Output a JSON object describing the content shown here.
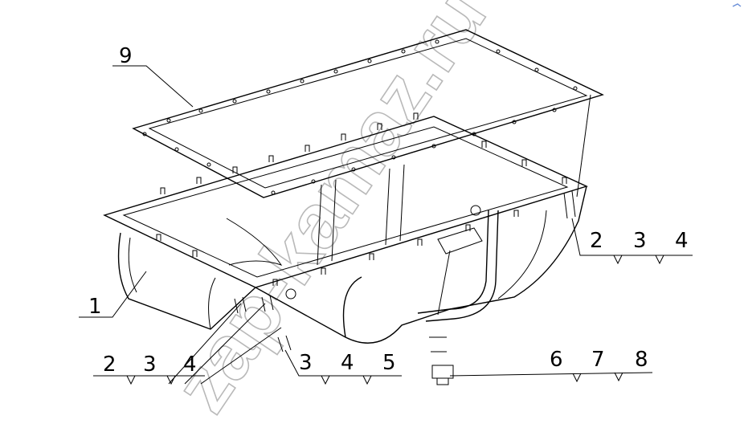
{
  "watermark": "zap-kamaz.ru",
  "callouts": {
    "part_9": "9",
    "part_1": "1",
    "group_right": [
      "2",
      "3",
      "4"
    ],
    "group_left": [
      "2",
      "3",
      "4"
    ],
    "group_mid": [
      "3",
      "4",
      "5"
    ],
    "group_plug": [
      "6",
      "7",
      "8"
    ]
  },
  "colors": {
    "line": "#000000",
    "watermark": "#b9b9b9",
    "background": "#ffffff"
  }
}
